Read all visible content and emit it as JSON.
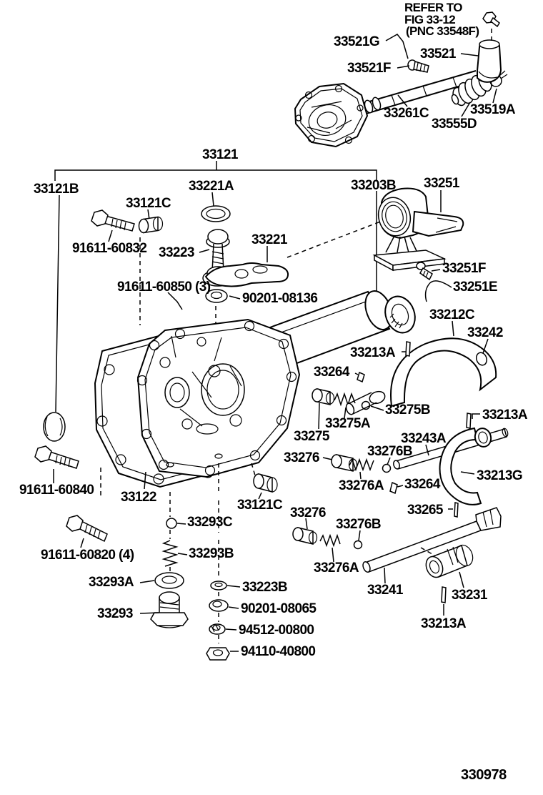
{
  "note": {
    "line1": "REFER TO",
    "line2": "FIG 33-12",
    "line3": "(PNC 33548F)"
  },
  "drawing_number": "330978",
  "labels": [
    {
      "text": "33521G"
    },
    {
      "text": "33521"
    },
    {
      "text": "33521F"
    },
    {
      "text": "33261C"
    },
    {
      "text": "33519A"
    },
    {
      "text": "33555D"
    },
    {
      "text": "33121"
    },
    {
      "text": "33121B"
    },
    {
      "text": "33221A"
    },
    {
      "text": "33203B"
    },
    {
      "text": "33251"
    },
    {
      "text": "33121C"
    },
    {
      "text": "91611-60832"
    },
    {
      "text": "33223"
    },
    {
      "text": "33221"
    },
    {
      "text": "33251F"
    },
    {
      "text": "33251E"
    },
    {
      "text": "91611-60850 (3)"
    },
    {
      "text": "90201-08136"
    },
    {
      "text": "33212C"
    },
    {
      "text": "33242"
    },
    {
      "text": "33213A"
    },
    {
      "text": "33264"
    },
    {
      "text": "33275B"
    },
    {
      "text": "33275A"
    },
    {
      "text": "33275"
    },
    {
      "text": "33243A"
    },
    {
      "text": "33213A"
    },
    {
      "text": "33276B"
    },
    {
      "text": "33276"
    },
    {
      "text": "33276A"
    },
    {
      "text": "33264"
    },
    {
      "text": "33213G"
    },
    {
      "text": "33265"
    },
    {
      "text": "91611-60840"
    },
    {
      "text": "33122"
    },
    {
      "text": "33121C"
    },
    {
      "text": "33276"
    },
    {
      "text": "33293C"
    },
    {
      "text": "33276B"
    },
    {
      "text": "91611-60820 (4)"
    },
    {
      "text": "33293B"
    },
    {
      "text": "33276A"
    },
    {
      "text": "33293A"
    },
    {
      "text": "33223B"
    },
    {
      "text": "33241"
    },
    {
      "text": "90201-08065"
    },
    {
      "text": "33293"
    },
    {
      "text": "33231"
    },
    {
      "text": "94512-00800"
    },
    {
      "text": "33213A"
    },
    {
      "text": "94110-40800"
    }
  ]
}
